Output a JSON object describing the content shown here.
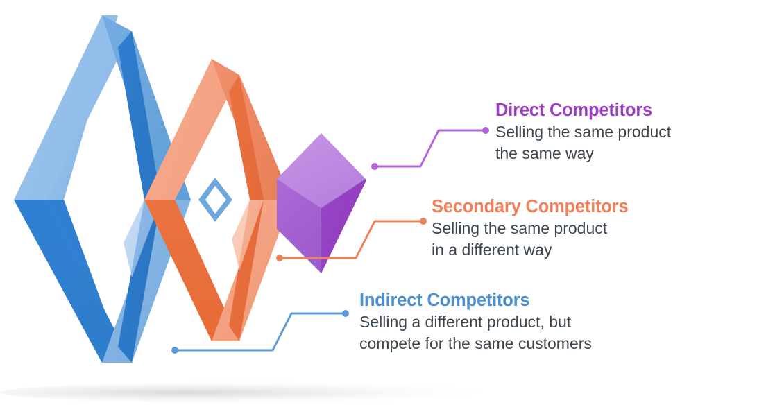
{
  "diagram": {
    "type": "competitor-types-infographic",
    "background_color": "#ffffff",
    "body_text_color": "#3c464f",
    "groups": [
      {
        "id": "direct",
        "title": "Direct Competitors",
        "title_color": "#9b3fc4",
        "lines": [
          "Selling the same product",
          "the same way"
        ],
        "connector_color": "#b264d8",
        "shape": "purple-cube"
      },
      {
        "id": "secondary",
        "title": "Secondary Competitors",
        "title_color": "#f0815a",
        "lines": [
          "Selling the same product",
          "in a different way"
        ],
        "connector_color": "#ef8159",
        "shape": "orange-diamond-ring"
      },
      {
        "id": "indirect",
        "title": "Indirect Competitors",
        "title_color": "#4a90d0",
        "lines": [
          "Selling a different product, but",
          "compete for the same customers"
        ],
        "connector_color": "#5b9bd5",
        "shape": "blue-diamond-ring"
      }
    ],
    "shapes": {
      "blue_ring": {
        "name": "blue-diamond-ring",
        "face_top_left": "#8ebbe8",
        "face_top_right": "#6fa8dd",
        "face_front_left": "#2f7fd0",
        "face_front_right": "#7cb1e2",
        "face_inner_bevel": "#2a78c8",
        "face_inner_light": "#a9cbee"
      },
      "orange_ring": {
        "name": "orange-diamond-ring",
        "face_top_left": "#f3a384",
        "face_top_right": "#ef8a63",
        "face_front_left": "#e9703f",
        "face_front_right": "#f2a184",
        "face_inner_bevel": "#e8703f",
        "face_inner_light": "#f6bfa8"
      },
      "purple_cube": {
        "name": "purple-cube",
        "face_top": "#bd8ae0",
        "face_left": "#a濃"
      }
    }
  }
}
